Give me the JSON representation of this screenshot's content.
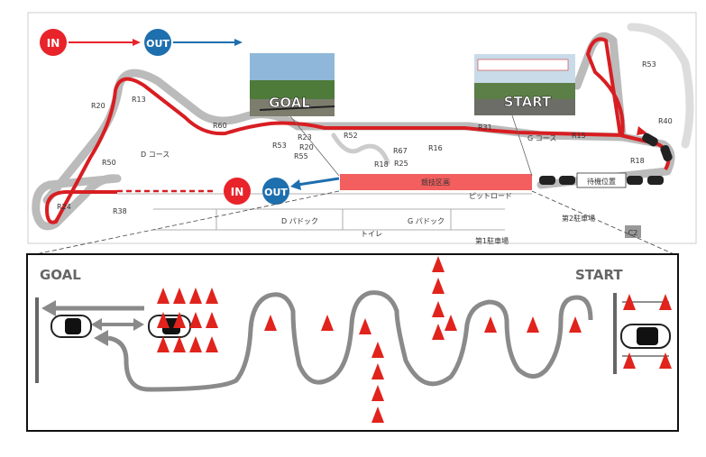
{
  "legend": {
    "in": "IN",
    "out": "OUT"
  },
  "map": {
    "course_d": "D コース",
    "course_g": "G コース",
    "radius_labels": [
      "R13",
      "R20",
      "R50",
      "R24",
      "R38",
      "R60",
      "R23",
      "R53",
      "R20",
      "R55",
      "R52",
      "R67",
      "R18",
      "R25",
      "R16",
      "R31",
      "R15",
      "R18",
      "R40",
      "R53"
    ],
    "competition_zone": "競技区画",
    "pit_road": "ピットロード",
    "waiting_position": "待機位置",
    "d_paddock": "D パドック",
    "g_paddock": "G パドック",
    "toilet": "トイレ",
    "second_car_park": "第2駐車場",
    "first_car_park": "第1駐車場",
    "start_photo_label": "START",
    "goal_photo_label": "GOAL",
    "map_ins": {
      "in": "IN",
      "out": "OUT"
    },
    "corner_tag": "C2"
  },
  "layout_diagram": {
    "goal": "GOAL",
    "start": "START"
  },
  "colors": {
    "red": "#e8232a",
    "blue": "#1e6fae",
    "track_red": "#d81e22",
    "cone": "#e0231c",
    "path": "#8a8a8a"
  }
}
